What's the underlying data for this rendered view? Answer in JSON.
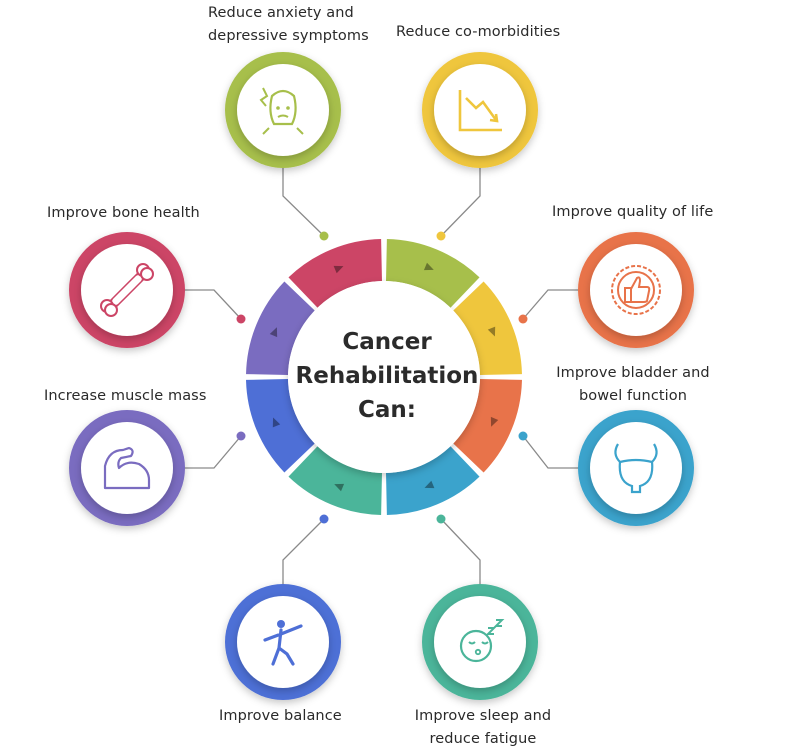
{
  "center": {
    "title": "Cancer\nRehabilitation\nCan:"
  },
  "benefits": [
    {
      "id": "anxiety",
      "label": "Reduce anxiety and\ndepressive symptoms",
      "color": "#a7bf4b",
      "icon": "anxious-face-icon"
    },
    {
      "id": "comorb",
      "label": "Reduce co-morbidities",
      "color": "#efc63d",
      "icon": "declining-chart-icon"
    },
    {
      "id": "quality",
      "label": "Improve quality of life",
      "color": "#e8734a",
      "icon": "thumbs-up-badge-icon"
    },
    {
      "id": "bladder",
      "label": "Improve bladder and\nbowel function",
      "color": "#3ba3cc",
      "icon": "bladder-icon"
    },
    {
      "id": "sleep",
      "label": "Improve sleep and\nreduce fatigue",
      "color": "#4bb59a",
      "icon": "sleeping-face-icon"
    },
    {
      "id": "balance",
      "label": "Improve balance",
      "color": "#4e6fd6",
      "icon": "balance-figure-icon"
    },
    {
      "id": "muscle",
      "label": "Increase muscle mass",
      "color": "#7a6cc0",
      "icon": "flexed-arm-icon"
    },
    {
      "id": "bone",
      "label": "Improve bone health",
      "color": "#cc4566",
      "icon": "bone-icon"
    }
  ]
}
